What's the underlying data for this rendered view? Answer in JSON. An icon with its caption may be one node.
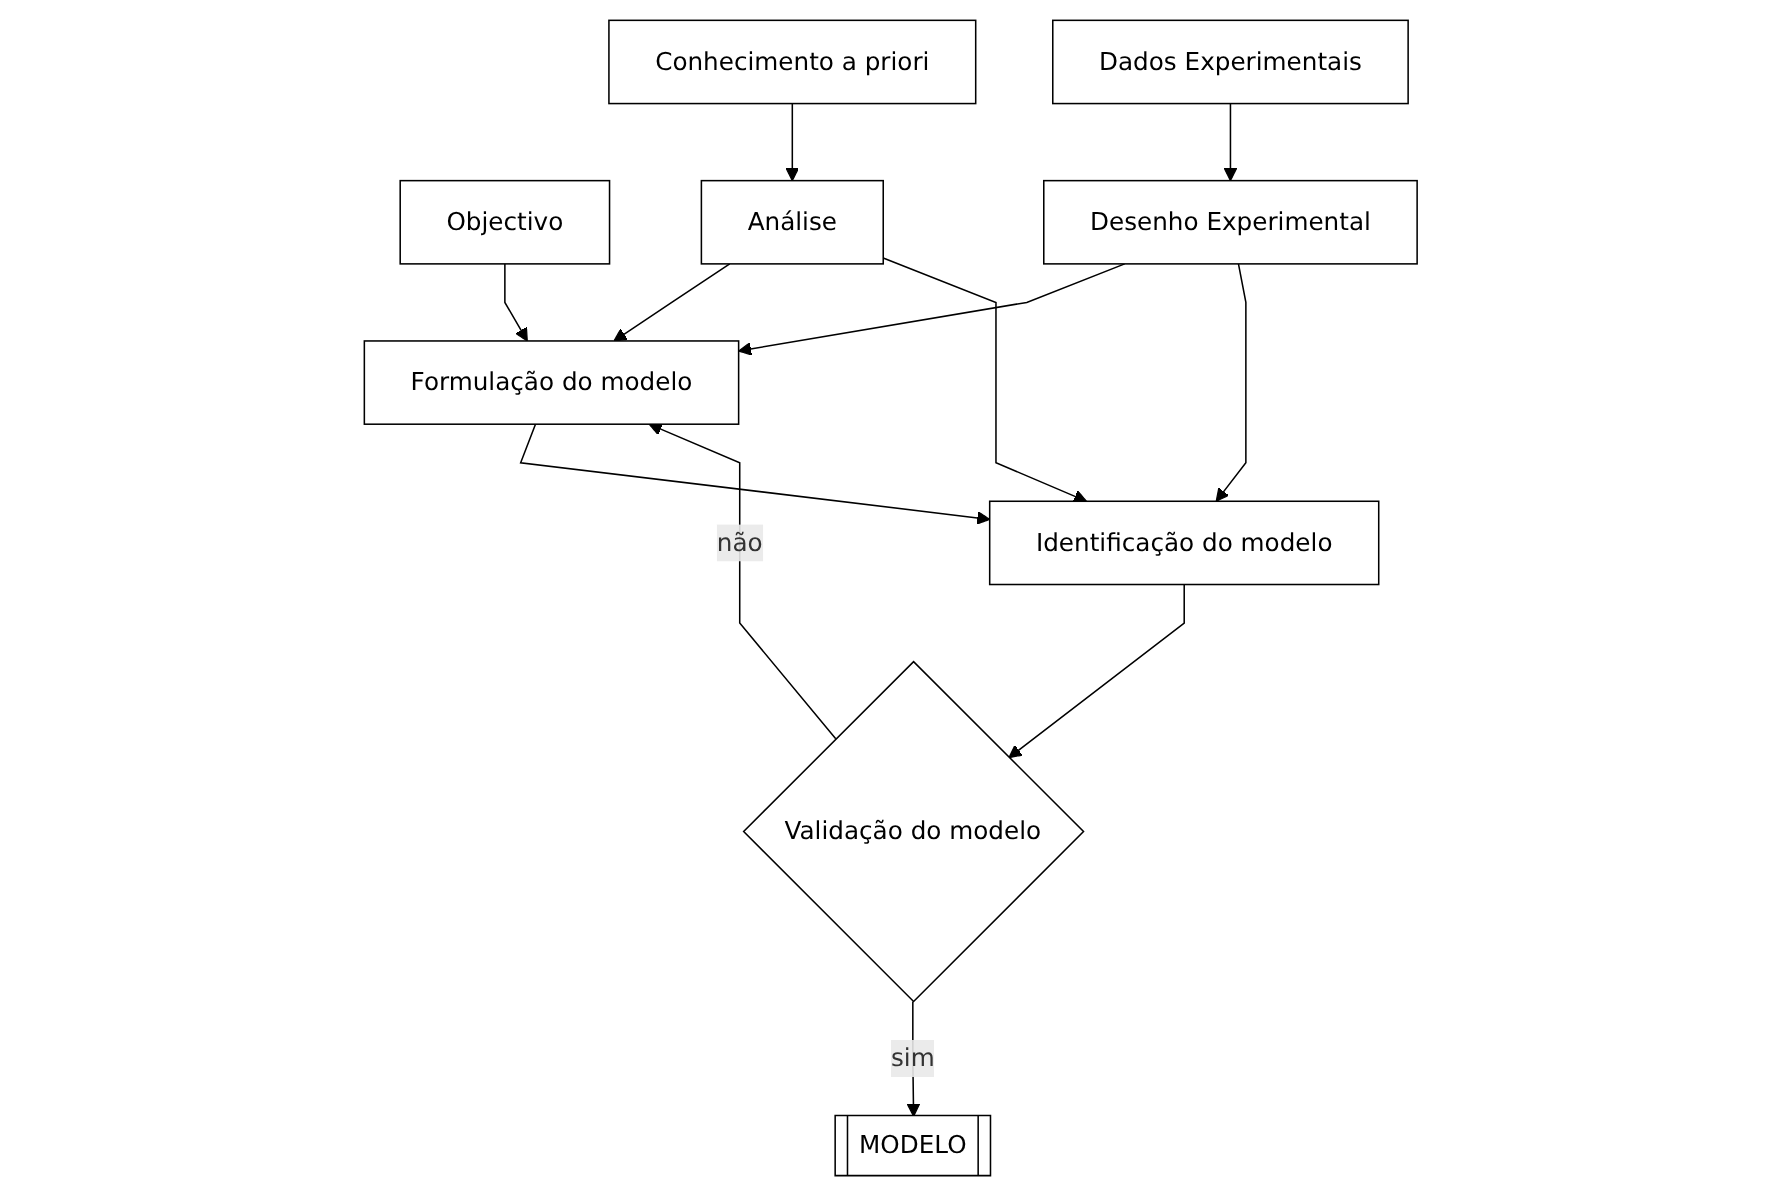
{
  "diagram": {
    "nodes": [
      {
        "text": [
          "Objectivo"
        ]
      },
      {
        "text": [
          "Conhecimento a priori"
        ]
      },
      {
        "text": [
          "Análise"
        ]
      },
      {
        "text": [
          "Formulação do modelo"
        ]
      },
      {
        "text": [
          "Identificação do modelo"
        ]
      },
      {
        "text": [
          "Desenho Experimental"
        ]
      },
      {
        "text": [
          "Dados Experimentais"
        ]
      },
      {
        "text": [
          "Validação do modelo"
        ]
      },
      {
        "text": [
          "MODELO"
        ]
      }
    ],
    "edges": [
      {
        "from": 0,
        "to": 3,
        "arrow": "to"
      },
      {
        "from": 1,
        "to": 2,
        "arrow": "to"
      },
      {
        "from": 2,
        "to": 3,
        "arrow": "to"
      },
      {
        "from": 2,
        "to": 4,
        "arrow": "to"
      },
      {
        "from": 5,
        "to": 3,
        "arrow": "to"
      },
      {
        "from": 5,
        "to": 4,
        "arrow": "to"
      },
      {
        "from": 6,
        "to": 5,
        "arrow": "to"
      },
      {
        "from": 3,
        "to": 4,
        "arrow": "to"
      },
      {
        "from": 4,
        "to": 7,
        "arrow": "to"
      },
      {
        "from": 7,
        "to": 3,
        "arrow": "to",
        "label": "não"
      },
      {
        "from": 7,
        "to": 8,
        "arrow": "to",
        "label": "sim"
      }
    ]
  }
}
